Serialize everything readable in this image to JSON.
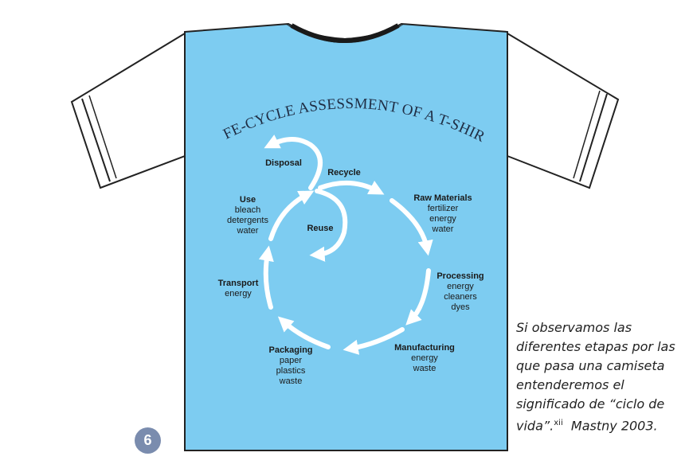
{
  "title": "LIFE-CYCLE ASSESSMENT OF A T-SHIRT",
  "colors": {
    "shirt_body": "#7dccf1",
    "sleeve": "#ffffff",
    "collar": "#1a1a1a",
    "arrow": "#ffffff",
    "page_badge": "#7a8cae"
  },
  "stages": {
    "disposal": {
      "title": "Disposal",
      "items": []
    },
    "recycle": {
      "title": "Recycle",
      "items": []
    },
    "raw_materials": {
      "title": "Raw Materials",
      "items": [
        "fertilizer",
        "energy",
        "water"
      ]
    },
    "processing": {
      "title": "Processing",
      "items": [
        "energy",
        "cleaners",
        "dyes"
      ]
    },
    "manufacturing": {
      "title": "Manufacturing",
      "items": [
        "energy",
        "waste"
      ]
    },
    "packaging": {
      "title": "Packaging",
      "items": [
        "paper",
        "plastics",
        "waste"
      ]
    },
    "transport": {
      "title": "Transport",
      "items": [
        "energy"
      ]
    },
    "use": {
      "title": "Use",
      "items": [
        "bleach",
        "detergents",
        "water"
      ]
    },
    "reuse": {
      "title": "Reuse",
      "items": []
    }
  },
  "caption": {
    "lines": [
      "Si observamos las",
      "diferentes etapas por las",
      "que pasa una camiseta",
      "entenderemos el",
      "significado de “ciclo de"
    ],
    "last_line_start": "vida”.",
    "superscript": "xii",
    "last_line_end": "Mastny 2003."
  },
  "page_number": "6"
}
